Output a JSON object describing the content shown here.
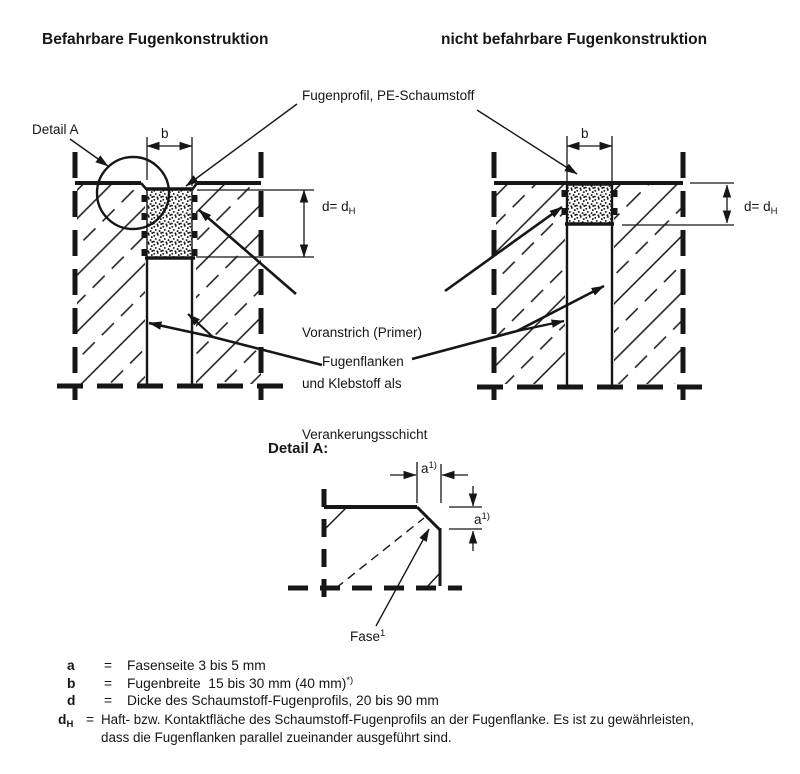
{
  "titles": {
    "left": "Befahrbare Fugenkonstruktion",
    "right": "nicht befahrbare Fugenkonstruktion"
  },
  "callouts": {
    "fugenprofil": "Fugenprofil, PE-Schaumstoff",
    "detail_pointer": "Detail A",
    "voranstrich_l1": "Voranstrich (Primer)",
    "voranstrich_l2": "und Klebstoff als",
    "voranstrich_l3": "Verankerungsschicht",
    "fugenflanken": "Fugenflanken"
  },
  "dims": {
    "b_left": "b",
    "b_right": "b",
    "d_left_prefix": "d= d",
    "d_left_sub": "H",
    "d_right_prefix": "d= d",
    "d_right_sub": "H"
  },
  "detail": {
    "heading": "Detail A:",
    "a_top": "a",
    "a_top_sup": "1)",
    "a_right": "a",
    "a_right_sup": "1)",
    "fase": "Fase",
    "fase_sup": "1"
  },
  "legend": {
    "rows": [
      {
        "sym": "a",
        "sub": "",
        "eq": "=",
        "text": "Fasenseite 3 bis 5 mm",
        "sup": ""
      },
      {
        "sym": "b",
        "sub": "",
        "eq": "=",
        "text": "Fugenbreite  15 bis 30 mm (40 mm)",
        "sup": "*)"
      },
      {
        "sym": "d",
        "sub": "",
        "eq": "=",
        "text": "Dicke des Schaumstoff-Fugenprofils, 20 bis 90 mm",
        "sup": ""
      },
      {
        "sym": "d",
        "sub": "H",
        "eq": "=",
        "text": "Haft- bzw. Kontaktfläche des Schaumstoff-Fugenprofils an der Fugenflanke. Es ist zu gewährleisten,",
        "sup": "",
        "line2": "dass die Fugenflanken parallel zueinander ausgeführt sind."
      }
    ]
  },
  "colors": {
    "ink": "#161616",
    "background": "#ffffff"
  }
}
